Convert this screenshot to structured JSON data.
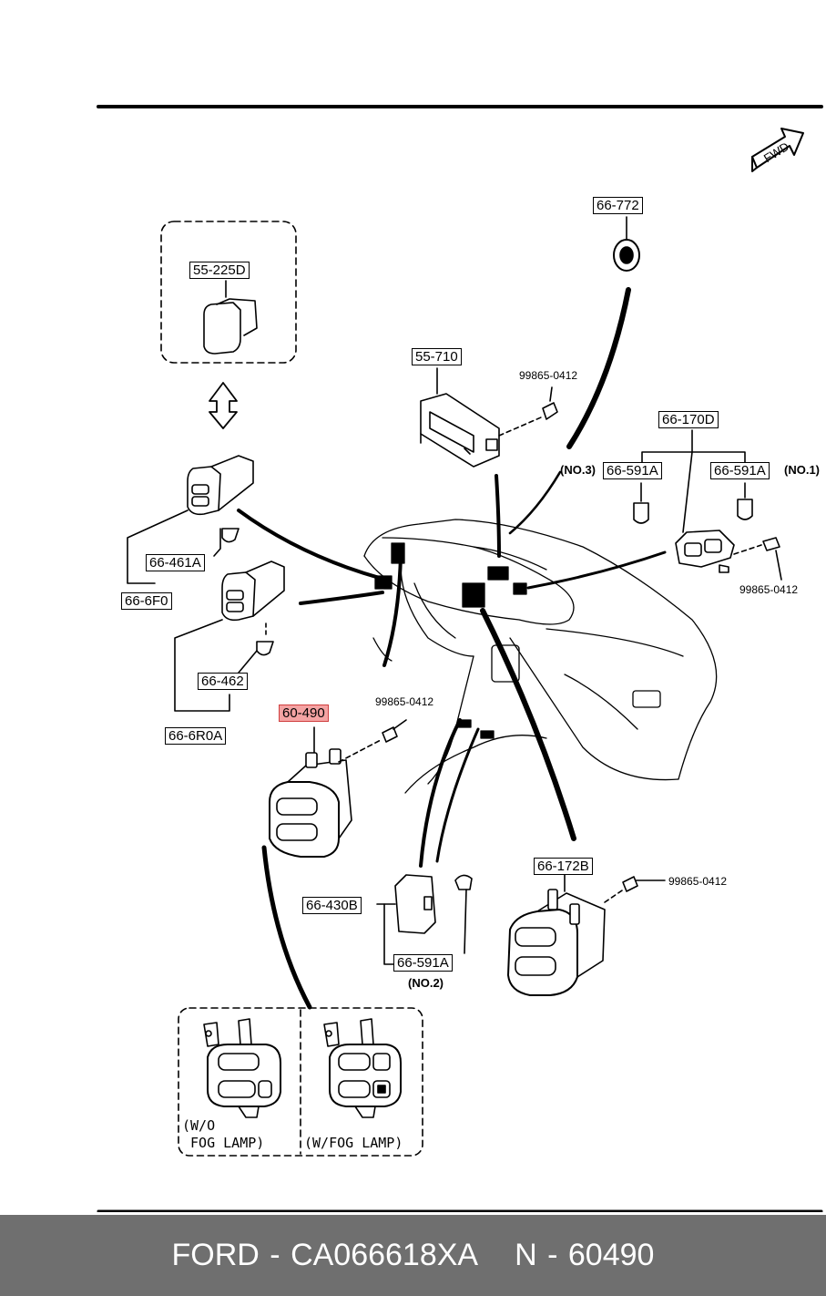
{
  "fwd_label": "FWD",
  "part_labels": {
    "p55225d": "55-225D",
    "p55710": "55-710",
    "p66772": "66-772",
    "p66170d": "66-170D",
    "p66591a_no3": "66-591A",
    "p66591a_no1": "66-591A",
    "p66461a": "66-461A",
    "p666f0": "66-6F0",
    "p66462": "66-462",
    "p666r0a": "66-6R0A",
    "p60490": "60-490",
    "p66430b": "66-430B",
    "p66591a_no2": "66-591A",
    "p66172b": "66-172B"
  },
  "bolt_labels": {
    "b1": "99865-0412",
    "b2": "99865-0412",
    "b3": "99865-0412",
    "b4": "99865-0412"
  },
  "notes": {
    "no3": "(NO.3)",
    "no1": "(NO.1)",
    "no2": "(NO.2)"
  },
  "variants": {
    "wo_fog_line1": "(W/O",
    "wo_fog_line2": " FOG LAMP)",
    "w_fog": "(W/FOG LAMP)"
  },
  "footer": {
    "brand_part": "FORD - CA066618XA",
    "ref": "N - 60490"
  }
}
